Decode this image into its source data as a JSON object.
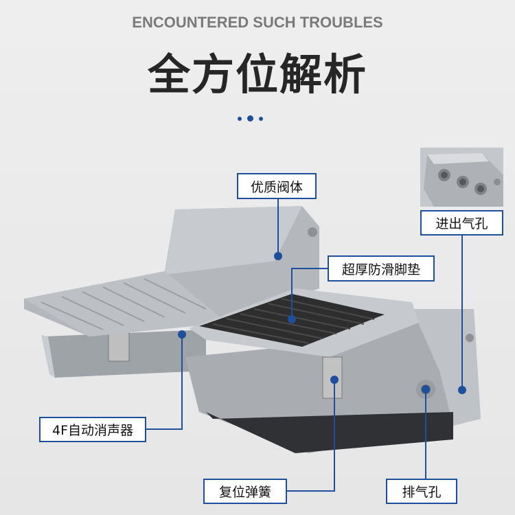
{
  "header": {
    "subtitle": "ENCOUNTERED SUCH TROUBLES",
    "title": "全方位解析"
  },
  "labels": {
    "valve_body": "优质阀体",
    "anti_slip_pad": "超厚防滑脚垫",
    "air_ports": "进出气孔",
    "silencer": "4F自动消声器",
    "reset_spring": "复位弹簧",
    "exhaust_port": "排气孔"
  },
  "colors": {
    "accent": "#1e4f9c",
    "metal": "#a9adb2",
    "pad": "#2e2e2e"
  }
}
